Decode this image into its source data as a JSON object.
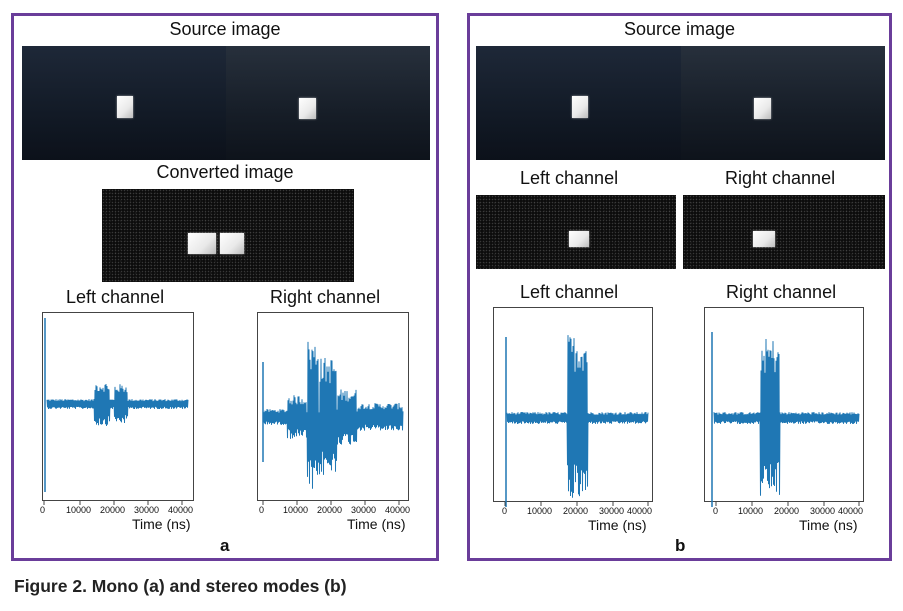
{
  "figure": {
    "caption": "Figure 2. Mono (a) and stereo modes (b)",
    "border_color": "#6a3d9a",
    "signal_color": "#1f77b4"
  },
  "panel_a": {
    "tag": "a",
    "source_title": "Source image",
    "converted_title": "Converted image",
    "left_title": "Left channel",
    "right_title": "Right channel",
    "xlabel": "Time (ns)",
    "xticks": [
      "0",
      "10000",
      "20000",
      "30000",
      "40000"
    ]
  },
  "panel_b": {
    "tag": "b",
    "source_title": "Source image",
    "left_image_title": "Left channel",
    "right_image_title": "Right channel",
    "left_title": "Left channel",
    "right_title": "Right channel",
    "xlabel": "Time (ns)",
    "xticks": [
      "0",
      "10000",
      "20000",
      "30000",
      "40000"
    ]
  }
}
